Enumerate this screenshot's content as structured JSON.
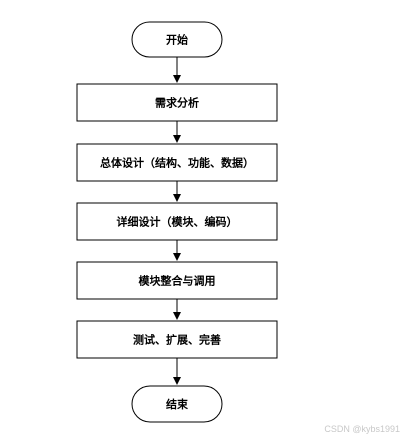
{
  "flowchart": {
    "start": "开始",
    "steps": [
      "需求分析",
      "总体设计（结构、功能、数据）",
      "详细设计（模块、编码）",
      "模块整合与调用",
      "测试、扩展、完善"
    ],
    "end": "结束"
  },
  "watermark": "CSDN @kybs1991"
}
